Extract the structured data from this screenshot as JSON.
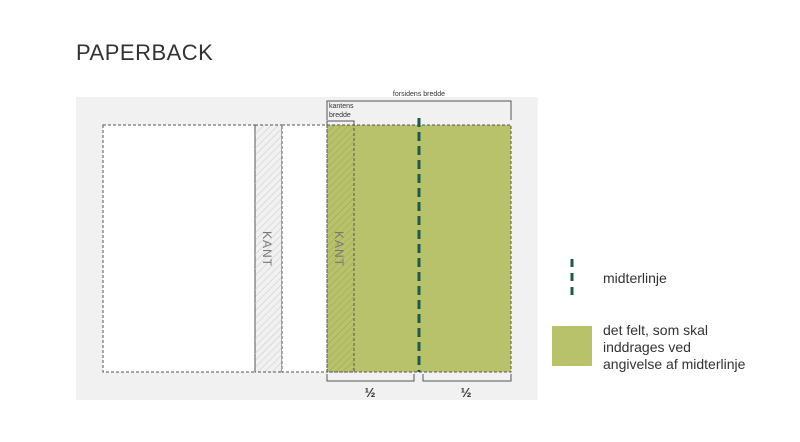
{
  "title": "PAPERBACK",
  "labels": {
    "front_width": "forsidens bredde",
    "spine_width_line1": "kantens",
    "spine_width_line2": "bredde",
    "spine_left": "KANT",
    "spine_right": "KANT",
    "half_left": "½",
    "half_right": "½"
  },
  "legend": {
    "centerline": "midterlinje",
    "area_line1": "det felt, som skal",
    "area_line2": "inddrages ved",
    "area_line3": "angivelse af midterlinje"
  },
  "colors": {
    "green": "#b8c26a",
    "centerline": "#1e5a4a",
    "background_panel": "#f1f1f1"
  }
}
